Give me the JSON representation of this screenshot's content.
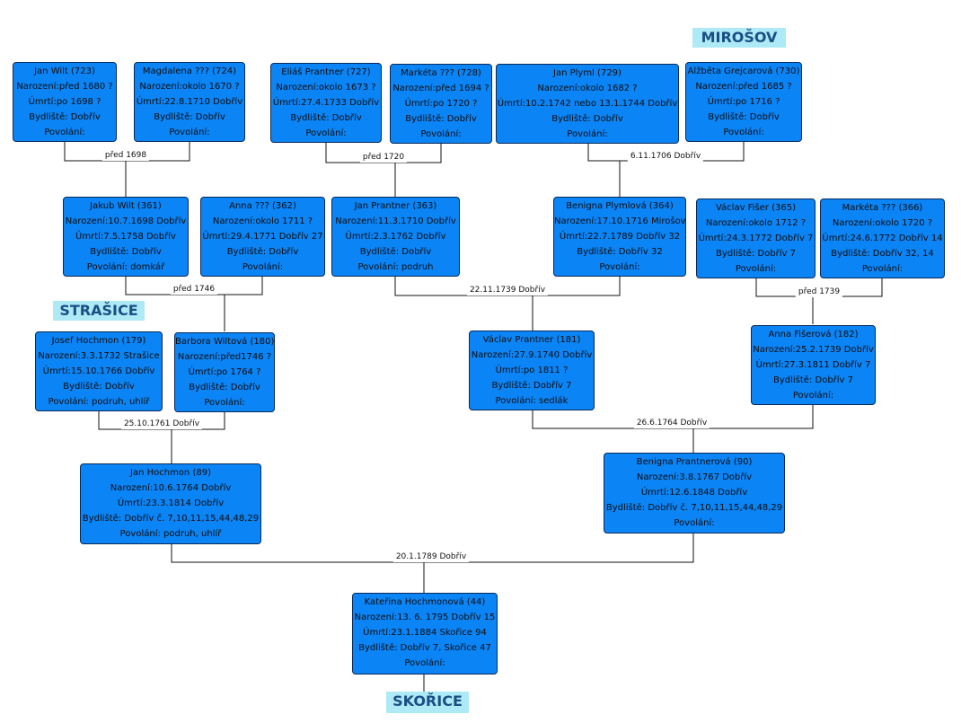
{
  "places": {
    "mirosov": "MIROŠOV",
    "strasice": "STRAŠICE",
    "skorice": "SKOŘICE"
  },
  "persons": {
    "p723": {
      "name": "Jan Wilt (723)",
      "birth": "Narození:před 1680 ?",
      "death": "Úmrtí:po 1698 ?",
      "residence": "Bydliště: Dobřív",
      "occupation": "Povolání:"
    },
    "p724": {
      "name": "Magdalena ??? (724)",
      "birth": "Narození:okolo 1670 ?",
      "death": "Úmrtí:22.8.1710 Dobřív",
      "residence": "Bydliště: Dobřív",
      "occupation": "Povolání:"
    },
    "p727": {
      "name": "Eliáš Prantner (727)",
      "birth": "Narození:okolo 1673 ?",
      "death": "Úmrtí:27.4.1733 Dobřív",
      "residence": "Bydliště: Dobřív",
      "occupation": "Povolání:"
    },
    "p728": {
      "name": "Markéta ??? (728)",
      "birth": "Narození:před 1694 ?",
      "death": "Úmrtí:po 1720 ?",
      "residence": "Bydliště: Dobřív",
      "occupation": "Povolání:"
    },
    "p729": {
      "name": "Jan Plyml (729)",
      "birth": "Narození:okolo 1682 ?",
      "death": "Úmrtí:10.2.1742 nebo 13.1.1744 Dobřív",
      "residence": "Bydliště: Dobřív",
      "occupation": "Povolání:"
    },
    "p730": {
      "name": "Alžběta Grejcarová (730)",
      "birth": "Narození:před 1685 ?",
      "death": "Úmrtí:po 1716 ?",
      "residence": "Bydliště: Dobřív",
      "occupation": "Povolání:"
    },
    "p361": {
      "name": "Jakub Wilt (361)",
      "birth": "Narození:10.7.1698 Dobřív",
      "death": "Úmrtí:7.5.1758 Dobřív",
      "residence": "Bydliště: Dobřív",
      "occupation": "Povolání: domkář"
    },
    "p362": {
      "name": "Anna ??? (362)",
      "birth": "Narození:okolo 1711 ?",
      "death": "Úmrtí:29.4.1771 Dobřív 27",
      "residence": "Bydliště: Dobřív",
      "occupation": "Povolání:"
    },
    "p363": {
      "name": "Jan Prantner (363)",
      "birth": "Narození:11.3.1710 Dobřív",
      "death": "Úmrtí:2.3.1762 Dobřív",
      "residence": "Bydliště: Dobřív",
      "occupation": "Povolání: podruh"
    },
    "p364": {
      "name": "Benigna Plymlová (364)",
      "birth": "Narození:17.10.1716 Mirošov",
      "death": "Úmrtí:22.7.1789 Dobřív 32",
      "residence": "Bydliště: Dobřív 32",
      "occupation": "Povolání:"
    },
    "p365": {
      "name": "Václav Fišer (365)",
      "birth": "Narození:okolo 1712 ?",
      "death": "Úmrtí:24.3.1772 Dobřív 7",
      "residence": "Bydliště: Dobřív 7",
      "occupation": "Povolání:"
    },
    "p366": {
      "name": "Markéta ??? (366)",
      "birth": "Narození:okolo 1720 ?",
      "death": "Úmrtí:24.6.1772 Dobřív 14",
      "residence": "Bydliště: Dobřív 32, 14",
      "occupation": "Povolání:"
    },
    "p179": {
      "name": "Josef Hochmon (179)",
      "birth": "Narození:3.3.1732 Strašice",
      "death": "Úmrtí:15.10.1766 Dobřív",
      "residence": "Bydliště: Dobřív",
      "occupation": "Povolání: podruh, uhlíř"
    },
    "p180": {
      "name": "Barbora Wiltová (180)",
      "birth": "Narození:před1746 ?",
      "death": "Úmrtí:po 1764 ?",
      "residence": "Bydliště: Dobřív",
      "occupation": "Povolání:"
    },
    "p181": {
      "name": "Václav Prantner (181)",
      "birth": "Narození:27.9.1740 Dobřív",
      "death": "Úmrtí:po 1811 ?",
      "residence": "Bydliště: Dobřív 7",
      "occupation": "Povolání: sedlák"
    },
    "p182": {
      "name": "Anna Fišerová (182)",
      "birth": "Narození:25.2.1739 Dobřív",
      "death": "Úmrtí:27.3.1811 Dobřív 7",
      "residence": "Bydliště: Dobřív 7",
      "occupation": "Povolání:"
    },
    "p89": {
      "name": "Jan Hochmon (89)",
      "birth": "Narození:10.6.1764 Dobřív",
      "death": "Úmrtí:23.3.1814 Dobřív",
      "residence": "Bydliště: Dobřív č. 7,10,11,15,44,48,29",
      "occupation": "Povolání: podruh, uhlíř"
    },
    "p90": {
      "name": "Benigna Prantnerová (90)",
      "birth": "Narození:3.8.1767 Dobřív",
      "death": "Úmrtí:12.6.1848 Dobřív",
      "residence": "Bydliště: Dobřív č. 7,10,11,15,44,48,29",
      "occupation": "Povolání:"
    },
    "p44": {
      "name": "Kateřina Hochmonová (44)",
      "birth": "Narození:13. 6. 1795 Dobřív 15",
      "death": "Úmrtí:23.1.1884 Skořice 94",
      "residence": "Bydliště: Dobřív 7, Skořice 47",
      "occupation": "Povolání:"
    }
  },
  "marriages": {
    "m723_724": "před 1698",
    "m727_728": "před 1720",
    "m729_730": "6.11.1706 Dobřív",
    "m361_362": "před 1746",
    "m363_364": "22.11.1739 Dobřív",
    "m365_366": "před 1739",
    "m179_180": "25.10.1761 Dobřív",
    "m181_182": "26.6.1764 Dobřív",
    "m89_90": "20.1.1789 Dobřív"
  }
}
